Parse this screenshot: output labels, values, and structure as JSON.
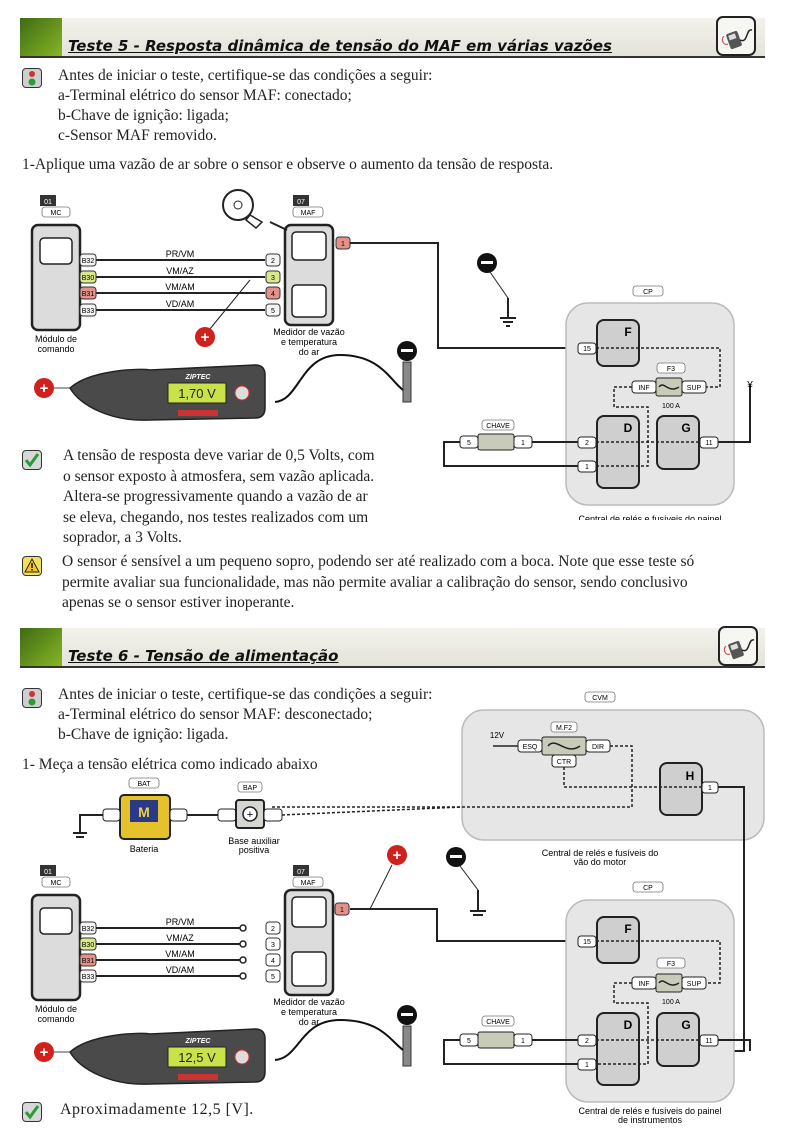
{
  "test5": {
    "title": "Teste 5 - Resposta dinâmica de tensão do MAF em várias vazões",
    "pre_heading": "Antes de iniciar o teste, certifique-se das condições a seguir:",
    "conditions": [
      "a-Terminal elétrico do sensor MAF: conectado;",
      "b-Chave de ignição: ligada;",
      "c-Sensor MAF removido."
    ],
    "step": "1-Aplique uma vazão de ar sobre o sensor e observe o aumento da tensão de resposta.",
    "result_lines": [
      "A tensão de resposta deve variar de 0,5 Volts, com",
      "o sensor exposto à atmosfera, sem vazão aplicada.",
      "Altera-se progressivamente quando a vazão de ar",
      "se eleva, chegando, nos testes realizados com um",
      "soprador, a 3 Volts."
    ],
    "warning_lines": [
      "O sensor é sensível a um pequeno sopro, podendo ser até realizado com a boca. Note que esse teste só",
      "permite avaliar sua funcionalidade, mas não permite avaliar a calibração do sensor, sendo conclusivo",
      "apenas se o sensor estiver inoperante."
    ],
    "meter_reading": "1,70 V"
  },
  "test6": {
    "title": "Teste 6 - Tensão de alimentação",
    "pre_heading": "Antes de iniciar o teste, certifique-se das condições a seguir:",
    "conditions": [
      "a-Terminal elétrico do sensor MAF: desconectado;",
      "b-Chave de ignição: ligada."
    ],
    "step": "1- Meça a tensão elétrica como indicado abaixo",
    "result": "Aproximadamente 12,5 [V].",
    "meter_reading": "12,5 V"
  },
  "diagram": {
    "mc_num": "01",
    "mc_code": "MC",
    "mc_label1": "Módulo de",
    "mc_label2": "comando",
    "maf_num": "07",
    "maf_code": "MAF",
    "maf_label1": "Medidor de vazão",
    "maf_label2": "e  temperatura",
    "maf_label3": "do ar",
    "wires": [
      "PR/VM",
      "VM/AZ",
      "VM/AM",
      "VD/AM"
    ],
    "mc_pins": [
      "B32",
      "B30",
      "B31",
      "B33"
    ],
    "maf_pins": [
      "2",
      "3",
      "4",
      "5"
    ],
    "maf_pin1": "1",
    "cp_code": "CP",
    "cp_label1": "Central de relés e fusíveis do painel",
    "cp_label2": "de instrumentos",
    "relay_f": "F",
    "relay_d": "D",
    "relay_g": "G",
    "relay_h": "H",
    "pin15": "15",
    "pin2": "2",
    "pin1": "1",
    "pin11": "11",
    "fuse_code": "F3",
    "fuse_inf": "INF",
    "fuse_sup": "SUP",
    "fuse_rating": "100 A",
    "chave_code": "CHAVE",
    "chave_pin_a": "5",
    "chave_pin_b": "1",
    "cvm_code": "CVM",
    "cvm_label1": "Central de relés e fusíveis do",
    "cvm_label2": "vão do motor",
    "mf2_code": "M.F2",
    "mf2_esq": "ESQ",
    "mf2_dir": "DIR",
    "mf2_ctr": "CTR",
    "v12": "12V",
    "h_pin": "1",
    "bat_code": "BAT",
    "bat_label": "Bateria",
    "bap_code": "BAP",
    "bap_label1": "Base auxiliar",
    "bap_label2": "positiva",
    "meter_brand": "ZIPTEC"
  },
  "colors": {
    "accent_green": "#6a9a1e",
    "pin_yellow": "#d9e88a",
    "pin_red": "#e3928a",
    "probe_red": "#d0211c",
    "lcd": "#c9e24a"
  }
}
